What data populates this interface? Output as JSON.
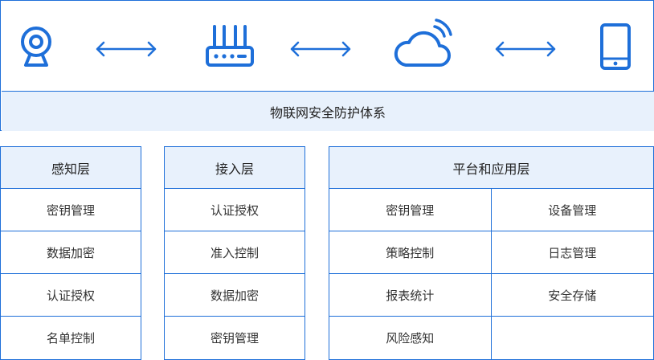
{
  "colors": {
    "accent": "#1e6fd9",
    "band": "#e8f1fc"
  },
  "top": {
    "icons": [
      "camera-icon",
      "router-icon",
      "cloud-icon",
      "phone-icon"
    ],
    "arrows": [
      "double-arrow-icon",
      "double-arrow-icon",
      "double-arrow-icon"
    ],
    "title": "物联网安全防护体系"
  },
  "perception": {
    "title": "感知层",
    "items": [
      "密钥管理",
      "数据加密",
      "认证授权",
      "名单控制"
    ]
  },
  "access": {
    "title": "接入层",
    "items": [
      "认证授权",
      "准入控制",
      "数据加密",
      "密钥管理"
    ]
  },
  "platform": {
    "title": "平台和应用层",
    "items": [
      "密钥管理",
      "设备管理",
      "策略控制",
      "日志管理",
      "报表统计",
      "安全存储",
      "风险感知",
      ""
    ]
  }
}
